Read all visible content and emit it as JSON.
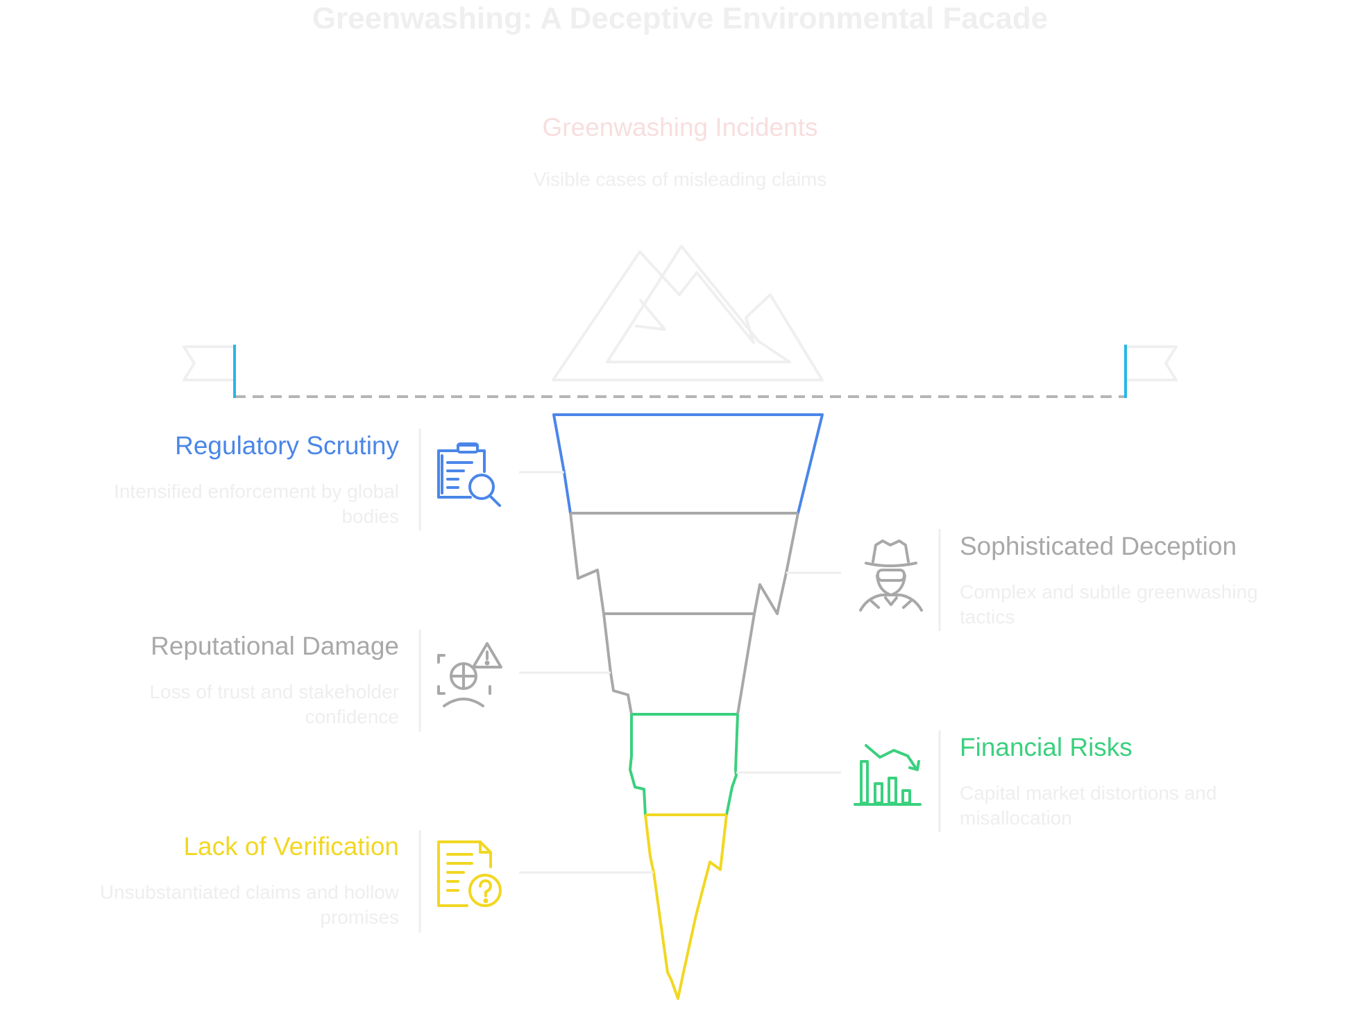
{
  "title": "Greenwashing: A Deceptive Environmental Facade",
  "top": {
    "heading": "Greenwashing Incidents",
    "description": "Visible cases of misleading claims"
  },
  "layers": [
    {
      "id": "regulatory",
      "heading": "Regulatory Scrutiny",
      "description_line1": "Intensified enforcement by global",
      "description_line2": "bodies",
      "icon": "clipboard-search-icon",
      "color": "#4a86e8"
    },
    {
      "id": "deception",
      "heading": "Sophisticated Deception",
      "description_line1": "Complex and subtle greenwashing",
      "description_line2": "tactics",
      "icon": "spy-icon",
      "color": "#a8a8a8"
    },
    {
      "id": "reputational",
      "heading": "Reputational Damage",
      "description_line1": "Loss of trust and stakeholder",
      "description_line2": "confidence",
      "icon": "reputation-warning-icon",
      "color": "#a8a8a8"
    },
    {
      "id": "financial",
      "heading": "Financial Risks",
      "description_line1": "Capital market distortions and",
      "description_line2": "misallocation",
      "icon": "declining-chart-icon",
      "color": "#3ad07e"
    },
    {
      "id": "verification",
      "heading": "Lack of Verification",
      "description_line1": "Unsubstantiated claims and hollow",
      "description_line2": "promises",
      "icon": "document-question-icon",
      "color": "#f2d722"
    }
  ],
  "colors": {
    "title": "#efefef",
    "top_heading": "#f8dede",
    "faint_text": "#eeeeee",
    "tip_stroke": "#efefef",
    "waterline": "#b5b5b5",
    "flag_pole": "#27b7e6",
    "flag": "#efefef"
  }
}
